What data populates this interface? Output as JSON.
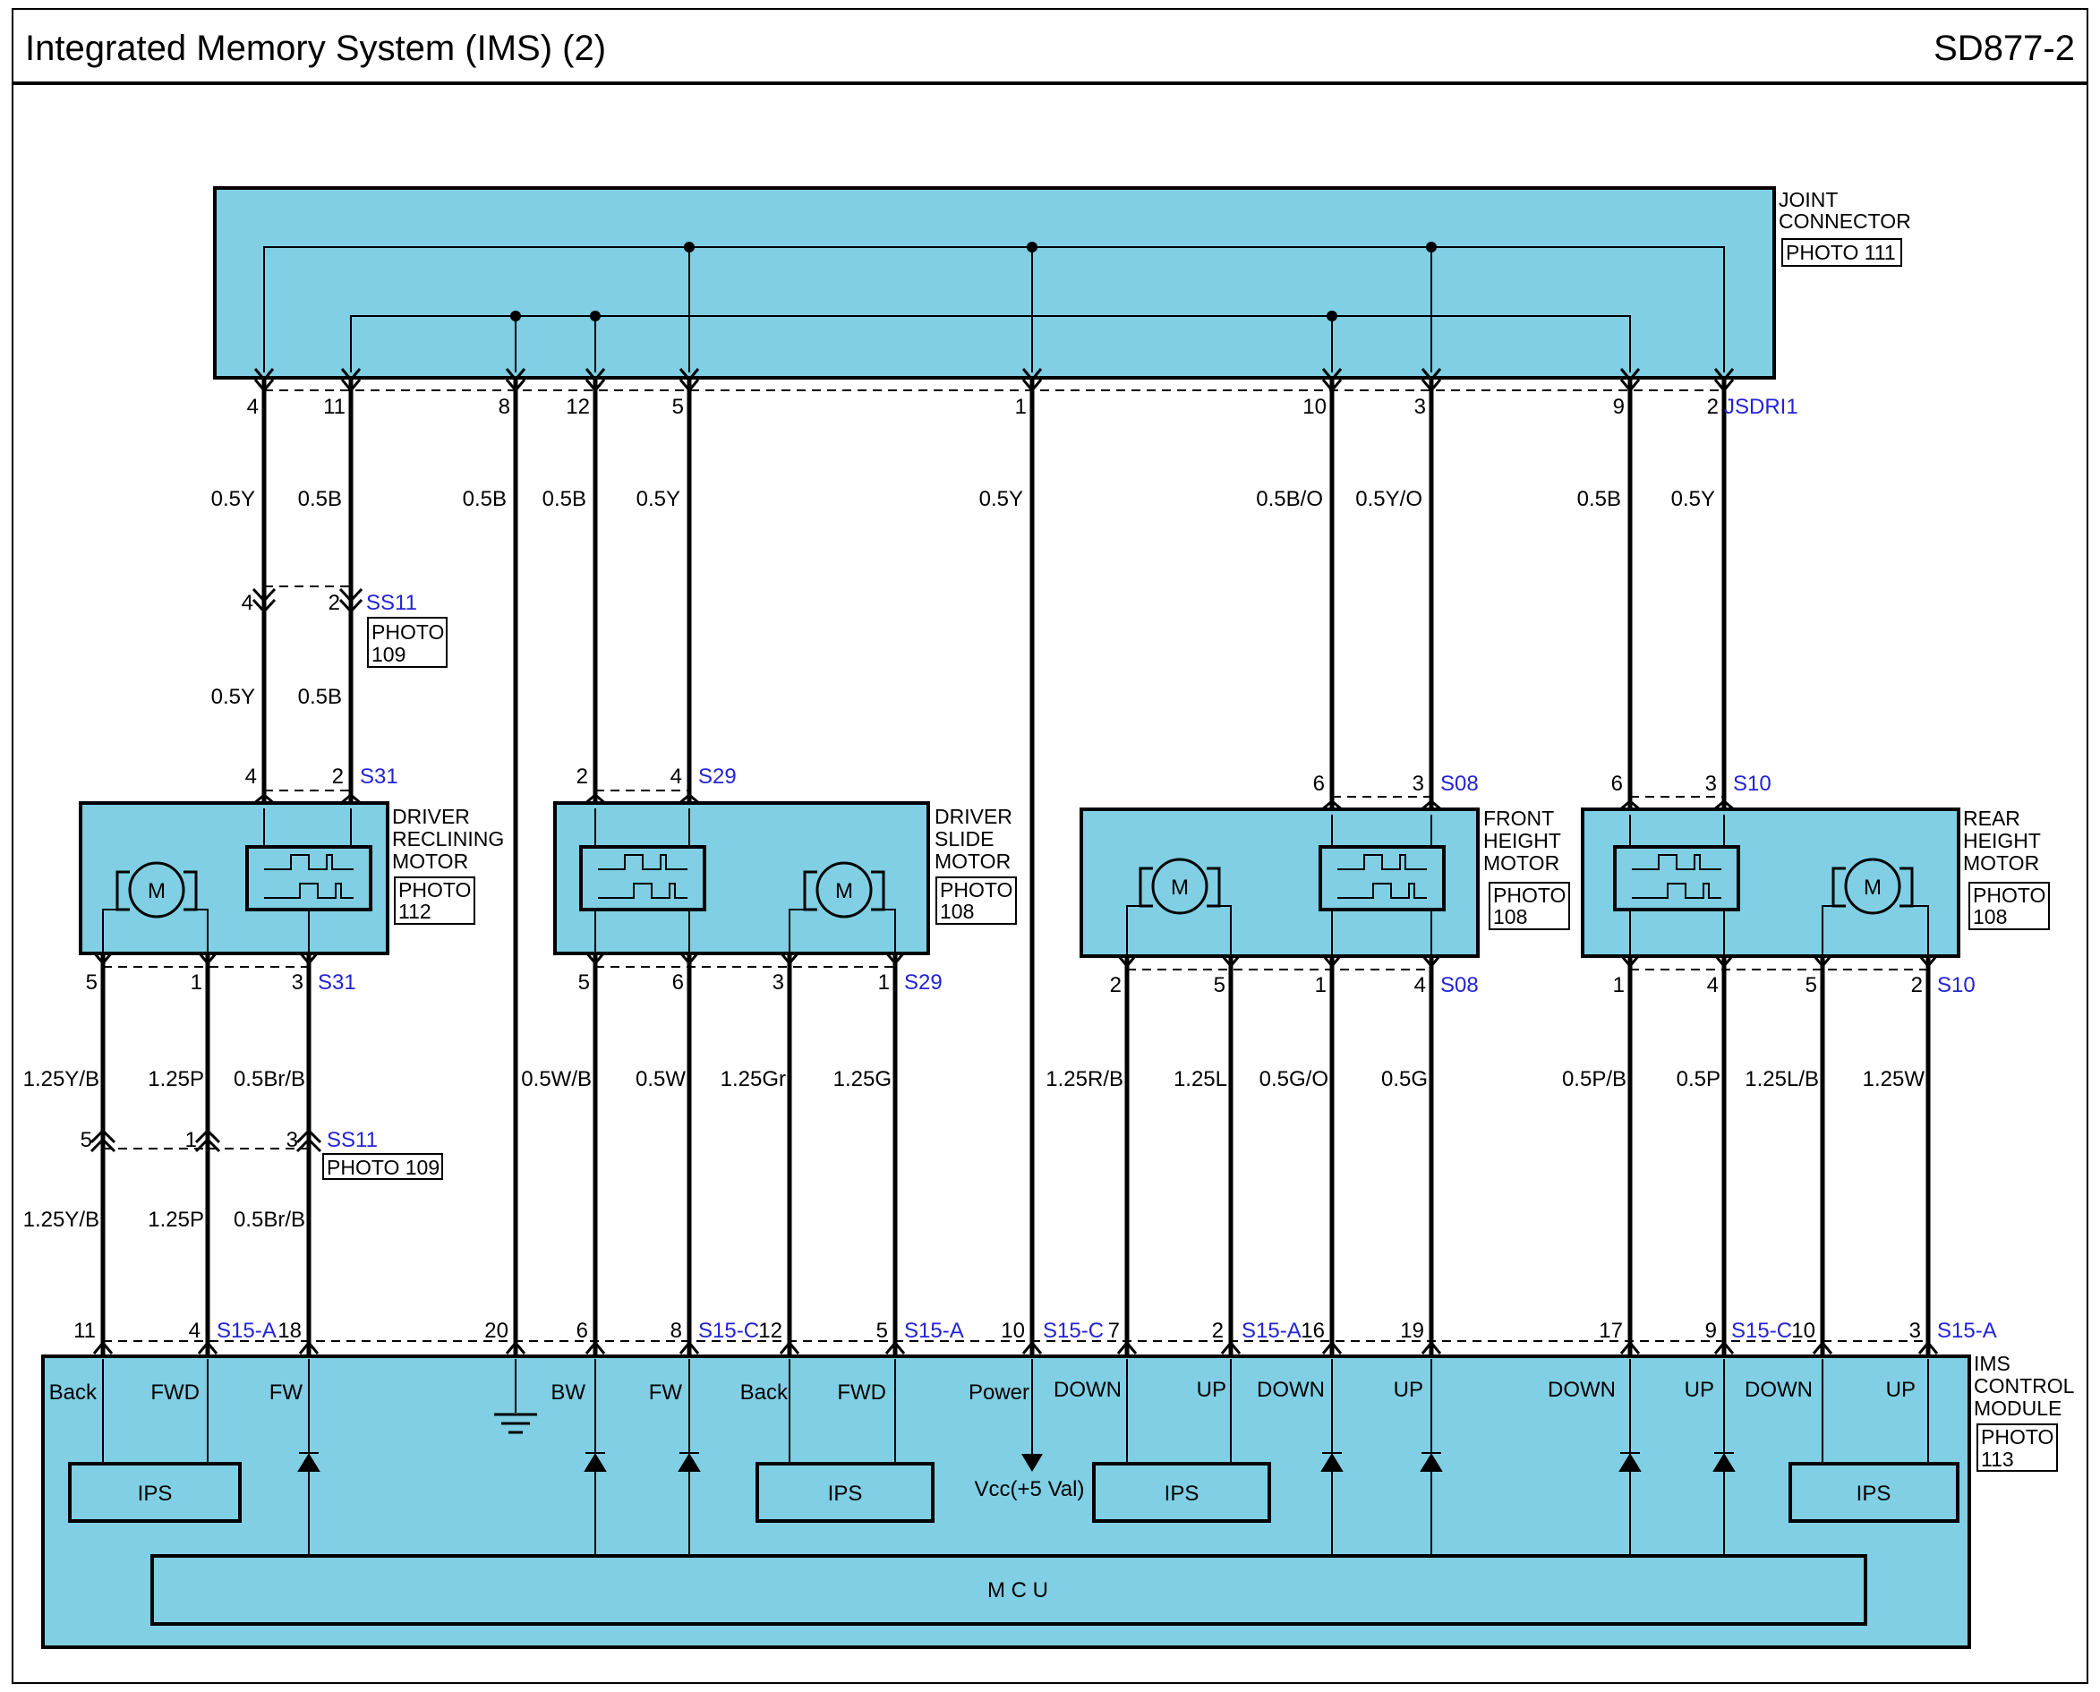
{
  "header": {
    "title": "Integrated Memory System (IMS) (2)",
    "code": "SD877-2"
  },
  "colors": {
    "box_fill": "#80CFE4",
    "connector_label": "#2323D6",
    "wire": "#000000",
    "text": "#000000"
  },
  "joint_connector": {
    "lines": [
      "JOINT",
      "CONNECTOR"
    ],
    "photo": "PHOTO 111",
    "connector_id": "JSDRI1"
  },
  "ims_module": {
    "lines": [
      "IMS",
      "CONTROL",
      "MODULE"
    ],
    "photo": [
      "PHOTO",
      "113"
    ],
    "mcu_label": "M C U",
    "vcc_label": "Vcc(+5 Val)"
  },
  "ss11_connector": {
    "label": "SS11",
    "photo_small": [
      "PHOTO",
      "109"
    ],
    "photo_wide": "PHOTO 109"
  },
  "motors": {
    "reclining": {
      "lines": [
        "DRIVER",
        "RECLINING",
        "MOTOR"
      ],
      "photo": [
        "PHOTO",
        "112"
      ],
      "connector": "S31"
    },
    "slide": {
      "lines": [
        "DRIVER",
        "SLIDE",
        "MOTOR"
      ],
      "photo": [
        "PHOTO",
        "108"
      ],
      "connector": "S29"
    },
    "front_height": {
      "lines": [
        "FRONT",
        "HEIGHT",
        "MOTOR"
      ],
      "photo": [
        "PHOTO",
        "108"
      ],
      "connector": "S08"
    },
    "rear_height": {
      "lines": [
        "REAR",
        "HEIGHT",
        "MOTOR"
      ],
      "photo": [
        "PHOTO",
        "108"
      ],
      "connector": "S10"
    }
  },
  "motor_symbol_label": "M",
  "ips_label": "IPS",
  "joint_pins": [
    "4",
    "11",
    "8",
    "12",
    "5",
    "1",
    "10",
    "3",
    "9",
    "2"
  ],
  "upper_wires": [
    "0.5Y",
    "0.5B",
    "0.5B",
    "0.5B",
    "0.5Y",
    "0.5Y",
    "0.5B/O",
    "0.5Y/O",
    "0.5B",
    "0.5Y"
  ],
  "ss11_top": {
    "pins": [
      "4",
      "2"
    ],
    "wires": [
      "0.5Y",
      "0.5B"
    ]
  },
  "motor_top_pins": {
    "reclining": [
      "4",
      "2"
    ],
    "slide": [
      "2",
      "4"
    ],
    "front": [
      "6",
      "3"
    ],
    "rear": [
      "6",
      "3"
    ]
  },
  "motor_bottom_pins": {
    "reclining": [
      "5",
      "1",
      "3"
    ],
    "slide": [
      "5",
      "6",
      "3",
      "1"
    ],
    "front": [
      "2",
      "5",
      "1",
      "4"
    ],
    "rear": [
      "1",
      "4",
      "5",
      "2"
    ]
  },
  "lower_wires": [
    "1.25Y/B",
    "1.25P",
    "0.5Br/B",
    "0.5W/B",
    "0.5W",
    "1.25Gr",
    "1.25G",
    "1.25R/B",
    "1.25L",
    "0.5G/O",
    "0.5G",
    "0.5P/B",
    "0.5P",
    "1.25L/B",
    "1.25W"
  ],
  "ss11_bottom": {
    "pins": [
      "5",
      "1",
      "3"
    ],
    "wires": [
      "1.25Y/B",
      "1.25P",
      "0.5Br/B"
    ]
  },
  "ims_pins": [
    "11",
    "4",
    "18",
    "20",
    "6",
    "8",
    "12",
    "5",
    "10",
    "7",
    "2",
    "16",
    "19",
    "17",
    "9",
    "10",
    "3"
  ],
  "ims_connectors": [
    "S15-A",
    "S15-C",
    "S15-A",
    "S15-C",
    "S15-A",
    "S15-C",
    "S15-A"
  ],
  "ims_terminals": [
    "Back",
    "FWD",
    "FW",
    "BW",
    "FW",
    "Back",
    "FWD",
    "Power",
    "DOWN",
    "UP",
    "DOWN",
    "UP",
    "DOWN",
    "UP",
    "DOWN",
    "UP"
  ]
}
